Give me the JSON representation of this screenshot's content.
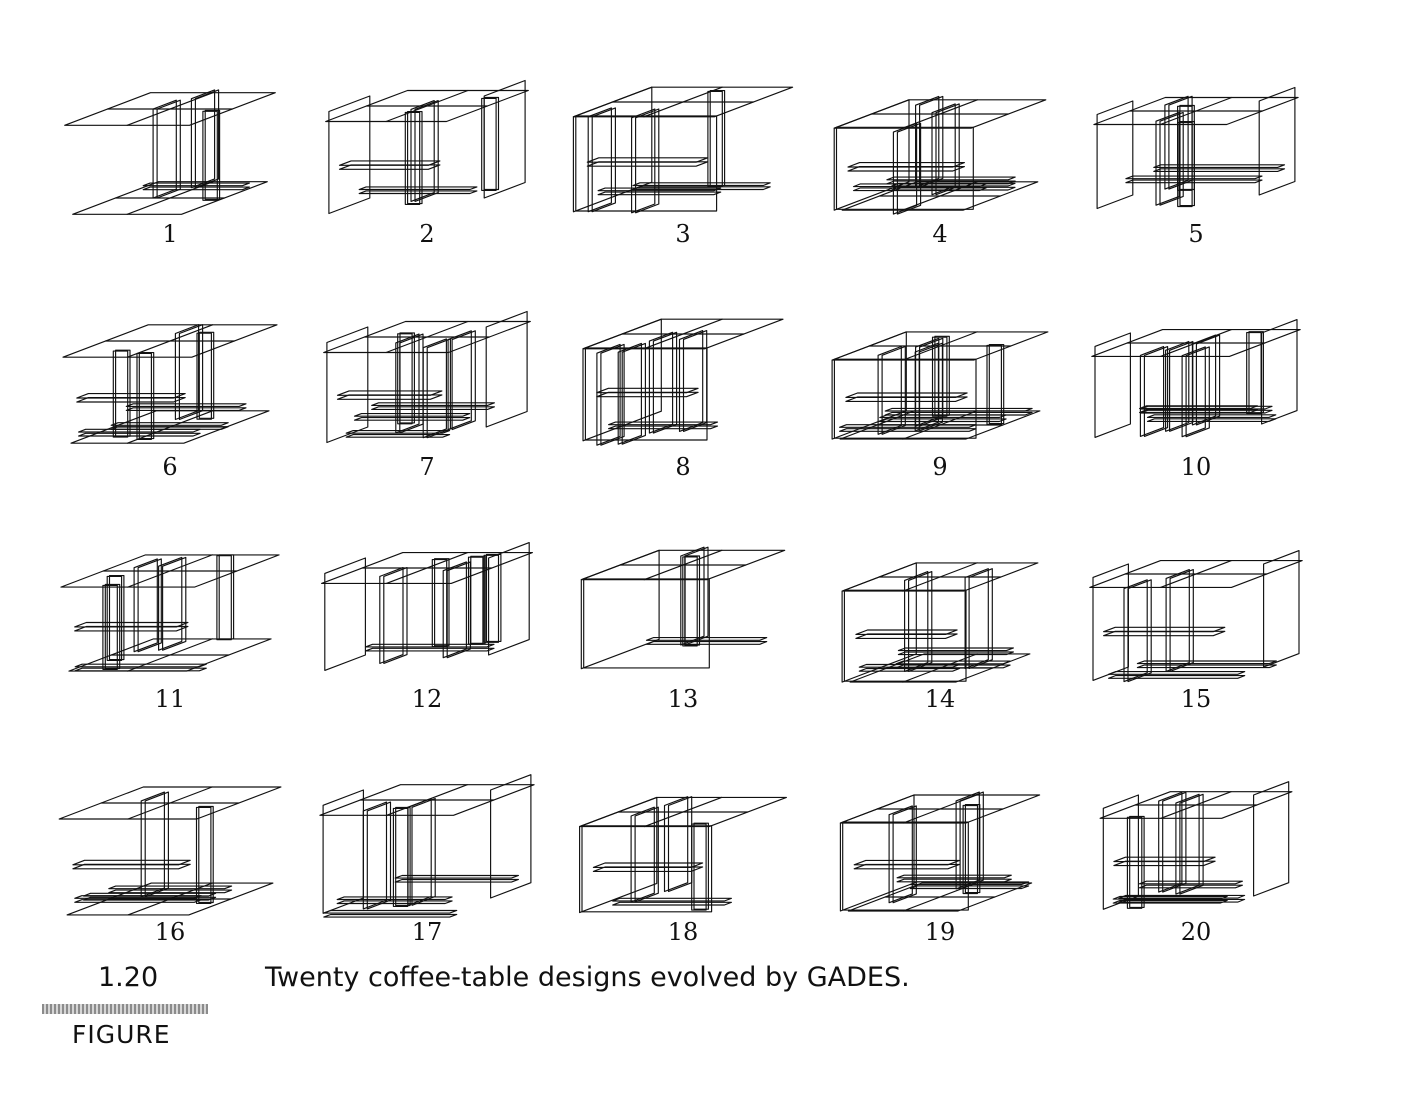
{
  "figure": {
    "number": "1.20",
    "label": "FIGURE",
    "caption": "Twenty coffee-table designs evolved by GADES."
  },
  "designs": [
    {
      "number": "1"
    },
    {
      "number": "2"
    },
    {
      "number": "3"
    },
    {
      "number": "4"
    },
    {
      "number": "5"
    },
    {
      "number": "6"
    },
    {
      "number": "7"
    },
    {
      "number": "8"
    },
    {
      "number": "9"
    },
    {
      "number": "10"
    },
    {
      "number": "11"
    },
    {
      "number": "12"
    },
    {
      "number": "13"
    },
    {
      "number": "14"
    },
    {
      "number": "15"
    },
    {
      "number": "16"
    },
    {
      "number": "17"
    },
    {
      "number": "18"
    },
    {
      "number": "19"
    },
    {
      "number": "20"
    }
  ]
}
